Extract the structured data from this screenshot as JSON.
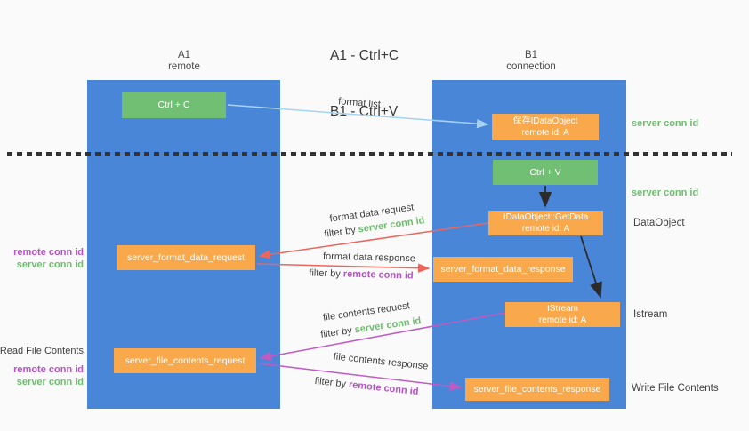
{
  "title": {
    "line1": "A1 - Ctrl+C",
    "line2": "B1 - Ctrl+V"
  },
  "columns": {
    "a1": {
      "name": "A1",
      "subtitle": "remote"
    },
    "b1": {
      "name": "B1",
      "subtitle": "connection"
    }
  },
  "nodes": {
    "ctrl_c": {
      "label": "Ctrl + C"
    },
    "ctrl_v": {
      "label": "Ctrl + V"
    },
    "save_idataobject": {
      "line1": "保存IDataObject",
      "line2": "remote id: A"
    },
    "getdata": {
      "line1": "IDataObject::GetData",
      "line2": "remote id: A"
    },
    "istream": {
      "line1": "IStream",
      "line2": "remote id: A"
    },
    "server_format_data_request": {
      "label": "server_format_data_request"
    },
    "server_format_data_response": {
      "label": "server_format_data_response"
    },
    "server_file_contents_request": {
      "label": "server_file_contents_request"
    },
    "server_file_contents_response": {
      "label": "server_file_contents_response"
    }
  },
  "arrow_labels": {
    "format_list": "format list",
    "format_data_request": "format data request",
    "format_data_response": "format data response",
    "file_contents_request": "file contents request",
    "file_contents_response": "file contents response",
    "filter_by": "filter by",
    "server_conn_id": "server conn id",
    "remote_conn_id": "remote conn id"
  },
  "side_labels": {
    "right_server_conn_id_1": "server conn id",
    "right_server_conn_id_2": "server conn id",
    "data_object": "DataObject",
    "istream": "Istream",
    "write_file_contents": "Write File Contents",
    "left_remote_conn_id_1": "remote conn id",
    "left_server_conn_id_1": "server conn id",
    "read_file_contents": "Read File Contents",
    "left_remote_conn_id_2": "remote conn id",
    "left_server_conn_id_2": "server conn id"
  },
  "colors": {
    "column_blue": "#4a86d8",
    "node_green": "#71bf72",
    "node_orange": "#f9a94b",
    "arrow_lightblue": "#a7d3f2",
    "arrow_red": "#ec665e",
    "arrow_purple": "#c05ac5",
    "arrow_black": "#2b2b2b",
    "text_green": "#6cbe6d",
    "text_purple": "#b752c9",
    "text_dark": "#3f3f3f",
    "divider_dark": "#333333"
  }
}
